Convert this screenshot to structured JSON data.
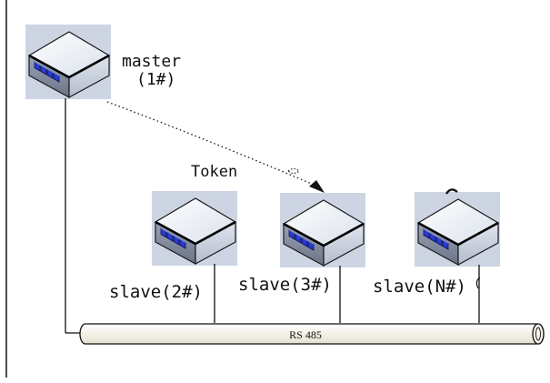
{
  "nodes": {
    "master": {
      "name": "master",
      "id": "(1#)"
    },
    "slave_2": {
      "label": "slave(2#)"
    },
    "slave_3": {
      "label": "slave(3#)"
    },
    "slave_n": {
      "label": "slave(N#)"
    }
  },
  "token": {
    "label": "Token"
  },
  "bus": {
    "label": "RS 485"
  },
  "colors": {
    "line": "#111111",
    "bus_fill": "#f7f6ee",
    "device_top": "#f4f7fb",
    "device_side_left": "#8a93a6",
    "device_side_right": "#c9d1de",
    "device_backdrop": "#b9c4d8",
    "port_blue": "#2a3bd0"
  }
}
